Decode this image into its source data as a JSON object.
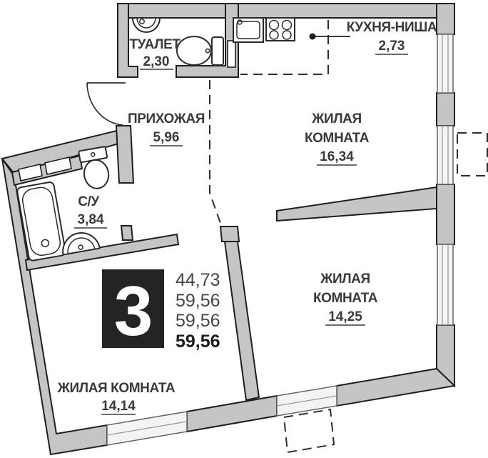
{
  "plan": {
    "title": "apartment floor plan, 3 rooms",
    "badge": {
      "rooms_count": "3"
    },
    "area_summary": {
      "rows": [
        "44,73",
        "59,56",
        "59,56"
      ],
      "total": "59,56"
    },
    "rooms": [
      {
        "id": "toilet",
        "name": "ТУАЛЕТ",
        "area": "2,30"
      },
      {
        "id": "kitchen-niche",
        "name": "КУХНЯ-НИША",
        "area": "2,73"
      },
      {
        "id": "hallway",
        "name": "ПРИХОЖАЯ",
        "area": "5,96"
      },
      {
        "id": "living-1",
        "name": "ЖИЛАЯ КОМНАТА",
        "name_lines": [
          "ЖИЛАЯ",
          "КОМНАТА"
        ],
        "area": "16,34"
      },
      {
        "id": "bathroom",
        "name": "С/У",
        "area": "3,84"
      },
      {
        "id": "living-2",
        "name": "ЖИЛАЯ КОМНАТА",
        "name_lines": [
          "ЖИЛАЯ",
          "КОМНАТА"
        ],
        "area": "14,25"
      },
      {
        "id": "living-3",
        "name": "ЖИЛАЯ КОМНАТА",
        "area": "14,14"
      }
    ],
    "colors": {
      "wall_fill": "#c5c5c5",
      "outline": "#1f1f1f",
      "window_fill": "#f4f4f4",
      "badge_bg": "#242424",
      "badge_text": "#ffffff",
      "label_text": "#3a3a3a"
    }
  }
}
